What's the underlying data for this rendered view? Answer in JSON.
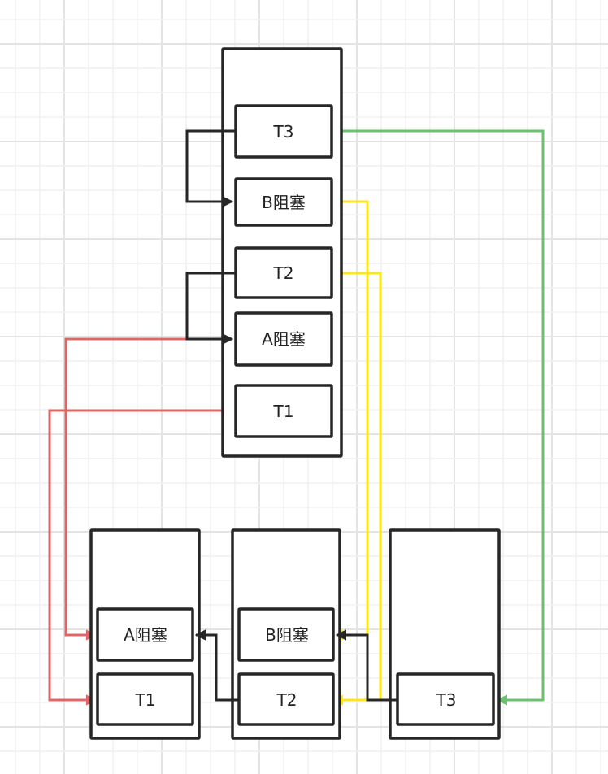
{
  "colors": {
    "stroke": "#262626",
    "red": "#e06666",
    "yellow": "#ffe619",
    "green": "#6dbf72",
    "grid_minor": "#f0f0f0",
    "grid_major": "#e4e4e4"
  },
  "top_stack": {
    "items": [
      {
        "id": "t3",
        "label": "T3"
      },
      {
        "id": "b-blocked",
        "label": "B阻塞"
      },
      {
        "id": "t2",
        "label": "T2"
      },
      {
        "id": "a-blocked",
        "label": "A阻塞"
      },
      {
        "id": "t1",
        "label": "T1"
      }
    ]
  },
  "bottom_stacks": [
    {
      "id": "stack-1",
      "items": [
        {
          "id": "a-blocked",
          "label": "A阻塞"
        },
        {
          "id": "t1",
          "label": "T1"
        }
      ]
    },
    {
      "id": "stack-2",
      "items": [
        {
          "id": "b-blocked",
          "label": "B阻塞"
        },
        {
          "id": "t2",
          "label": "T2"
        }
      ]
    },
    {
      "id": "stack-3",
      "items": [
        {
          "id": "t3",
          "label": "T3"
        }
      ]
    }
  ],
  "connectors": [
    {
      "from": "top.t3",
      "to": "top.b-blocked",
      "color": "stroke"
    },
    {
      "from": "top.t2",
      "to": "top.a-blocked",
      "color": "stroke"
    },
    {
      "from": "top.a-blocked",
      "to": "stack-1.a-blocked",
      "color": "red"
    },
    {
      "from": "top.t1",
      "to": "stack-1.t1",
      "color": "red"
    },
    {
      "from": "top.b-blocked",
      "to": "stack-2.b-blocked",
      "color": "yellow"
    },
    {
      "from": "top.t2",
      "to": "stack-2.t2",
      "color": "yellow"
    },
    {
      "from": "top.t3",
      "to": "stack-3.t3",
      "color": "green"
    },
    {
      "from": "stack-2.t2",
      "to": "stack-1.a-blocked",
      "color": "stroke"
    },
    {
      "from": "stack-3.t3",
      "to": "stack-2.b-blocked",
      "color": "stroke"
    }
  ]
}
